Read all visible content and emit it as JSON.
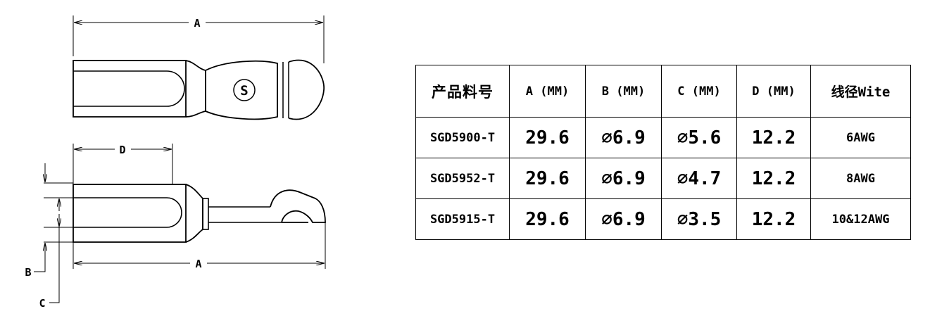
{
  "drawing": {
    "top_view": {
      "dim_a": "A",
      "logo": "S"
    },
    "side_view": {
      "dim_d": "D",
      "dim_a": "A",
      "dim_b": "B",
      "dim_c": "C"
    }
  },
  "table": {
    "headers": [
      "产品料号",
      "A (MM)",
      "B (MM)",
      "C (MM)",
      "D (MM)",
      "线径Wite"
    ],
    "rows": [
      [
        "SGD5900-T",
        "29.6",
        "⌀6.9",
        "⌀5.6",
        "12.2",
        "6AWG"
      ],
      [
        "SGD5952-T",
        "29.6",
        "⌀6.9",
        "⌀4.7",
        "12.2",
        "8AWG"
      ],
      [
        "SGD5915-T",
        "29.6",
        "⌀6.9",
        "⌀3.5",
        "12.2",
        "10&12AWG"
      ]
    ]
  }
}
